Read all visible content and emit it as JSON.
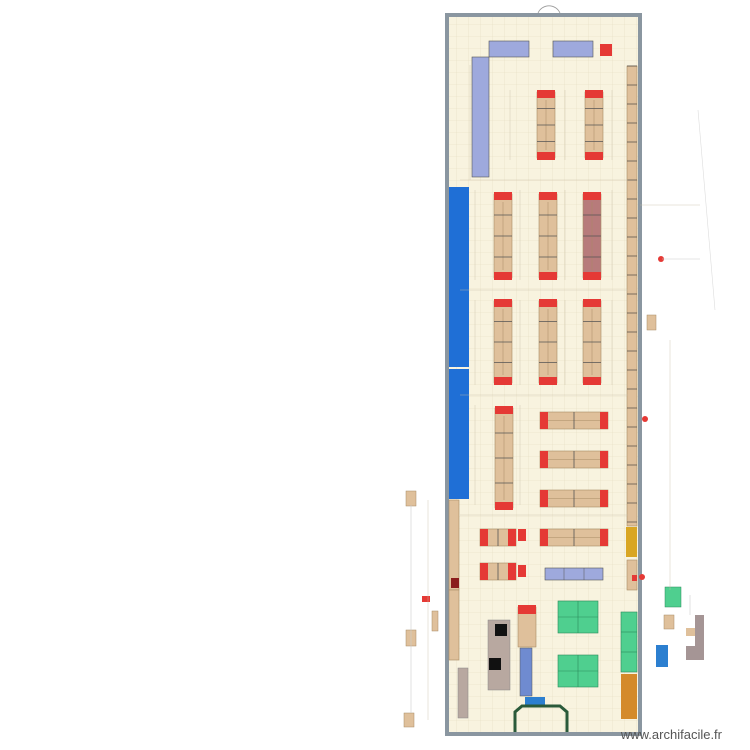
{
  "watermark": "www.archifacile.fr",
  "colors": {
    "floor": "#f8f3df",
    "grid": "#e4dcc0",
    "wall": "#8a96a0",
    "wall_inner": "#6f8bb0",
    "shelf": "#dfc09b",
    "shelf_edge": "#a88b65",
    "endcap": "#e53935",
    "cold_blue": "#1f6fd6",
    "lavender": "#9ea9dd",
    "green": "#4fcf8f",
    "mustard": "#d9a623",
    "orange": "#d48a2a",
    "dark_red": "#b04a4a",
    "mauve": "#b77b7b",
    "grey_block": "#a59595",
    "dim": "#9a8f80"
  },
  "zones": [
    "store-floor",
    "top-counter-left",
    "top-counter-right",
    "left-vertical-unit",
    "cold-aisle-1",
    "cold-aisle-2",
    "cold-aisle-3",
    "right-wall-shelving",
    "gondola-rows",
    "checkout-area",
    "produce-tables",
    "entrance-door"
  ]
}
